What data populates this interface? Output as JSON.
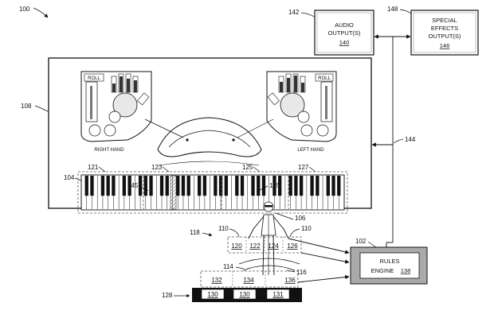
{
  "figure": {
    "number": "100"
  },
  "boxes": {
    "audio": {
      "ref": "142",
      "line1": "AUDIO",
      "line2": "OUTPUT(S)",
      "id": "140"
    },
    "special_effects": {
      "ref": "148",
      "line1": "SPECIAL",
      "line2": "EFFECTS",
      "line3": "OUTPUT(S)",
      "id": "146"
    },
    "rules_engine": {
      "ref": "102",
      "line1": "RULES",
      "line2": "ENGINE",
      "id": "138"
    }
  },
  "display": {
    "ref": "108"
  },
  "hands": {
    "right": {
      "label": "RIGHT HAND",
      "roll": "ROLL"
    },
    "left": {
      "label": "LEFT HAND",
      "roll": "ROLL"
    }
  },
  "keyboard": {
    "ref": "104",
    "key_refs": [
      "121",
      "123",
      "125",
      "127"
    ],
    "marker_left": "145",
    "marker_right": "145"
  },
  "performer": {
    "ref": "106"
  },
  "sensors": {
    "group_ref": "118",
    "left_ref": "110",
    "right_ref": "110",
    "upper": [
      "120",
      "122",
      "124",
      "126"
    ],
    "wave_ref": "114",
    "wave_ref2": "116",
    "lower": [
      "132",
      "134",
      "136"
    ]
  },
  "floor": {
    "ref": "128",
    "pads": [
      "130",
      "130",
      "131"
    ]
  },
  "connections": {
    "bus_ref": "144"
  }
}
